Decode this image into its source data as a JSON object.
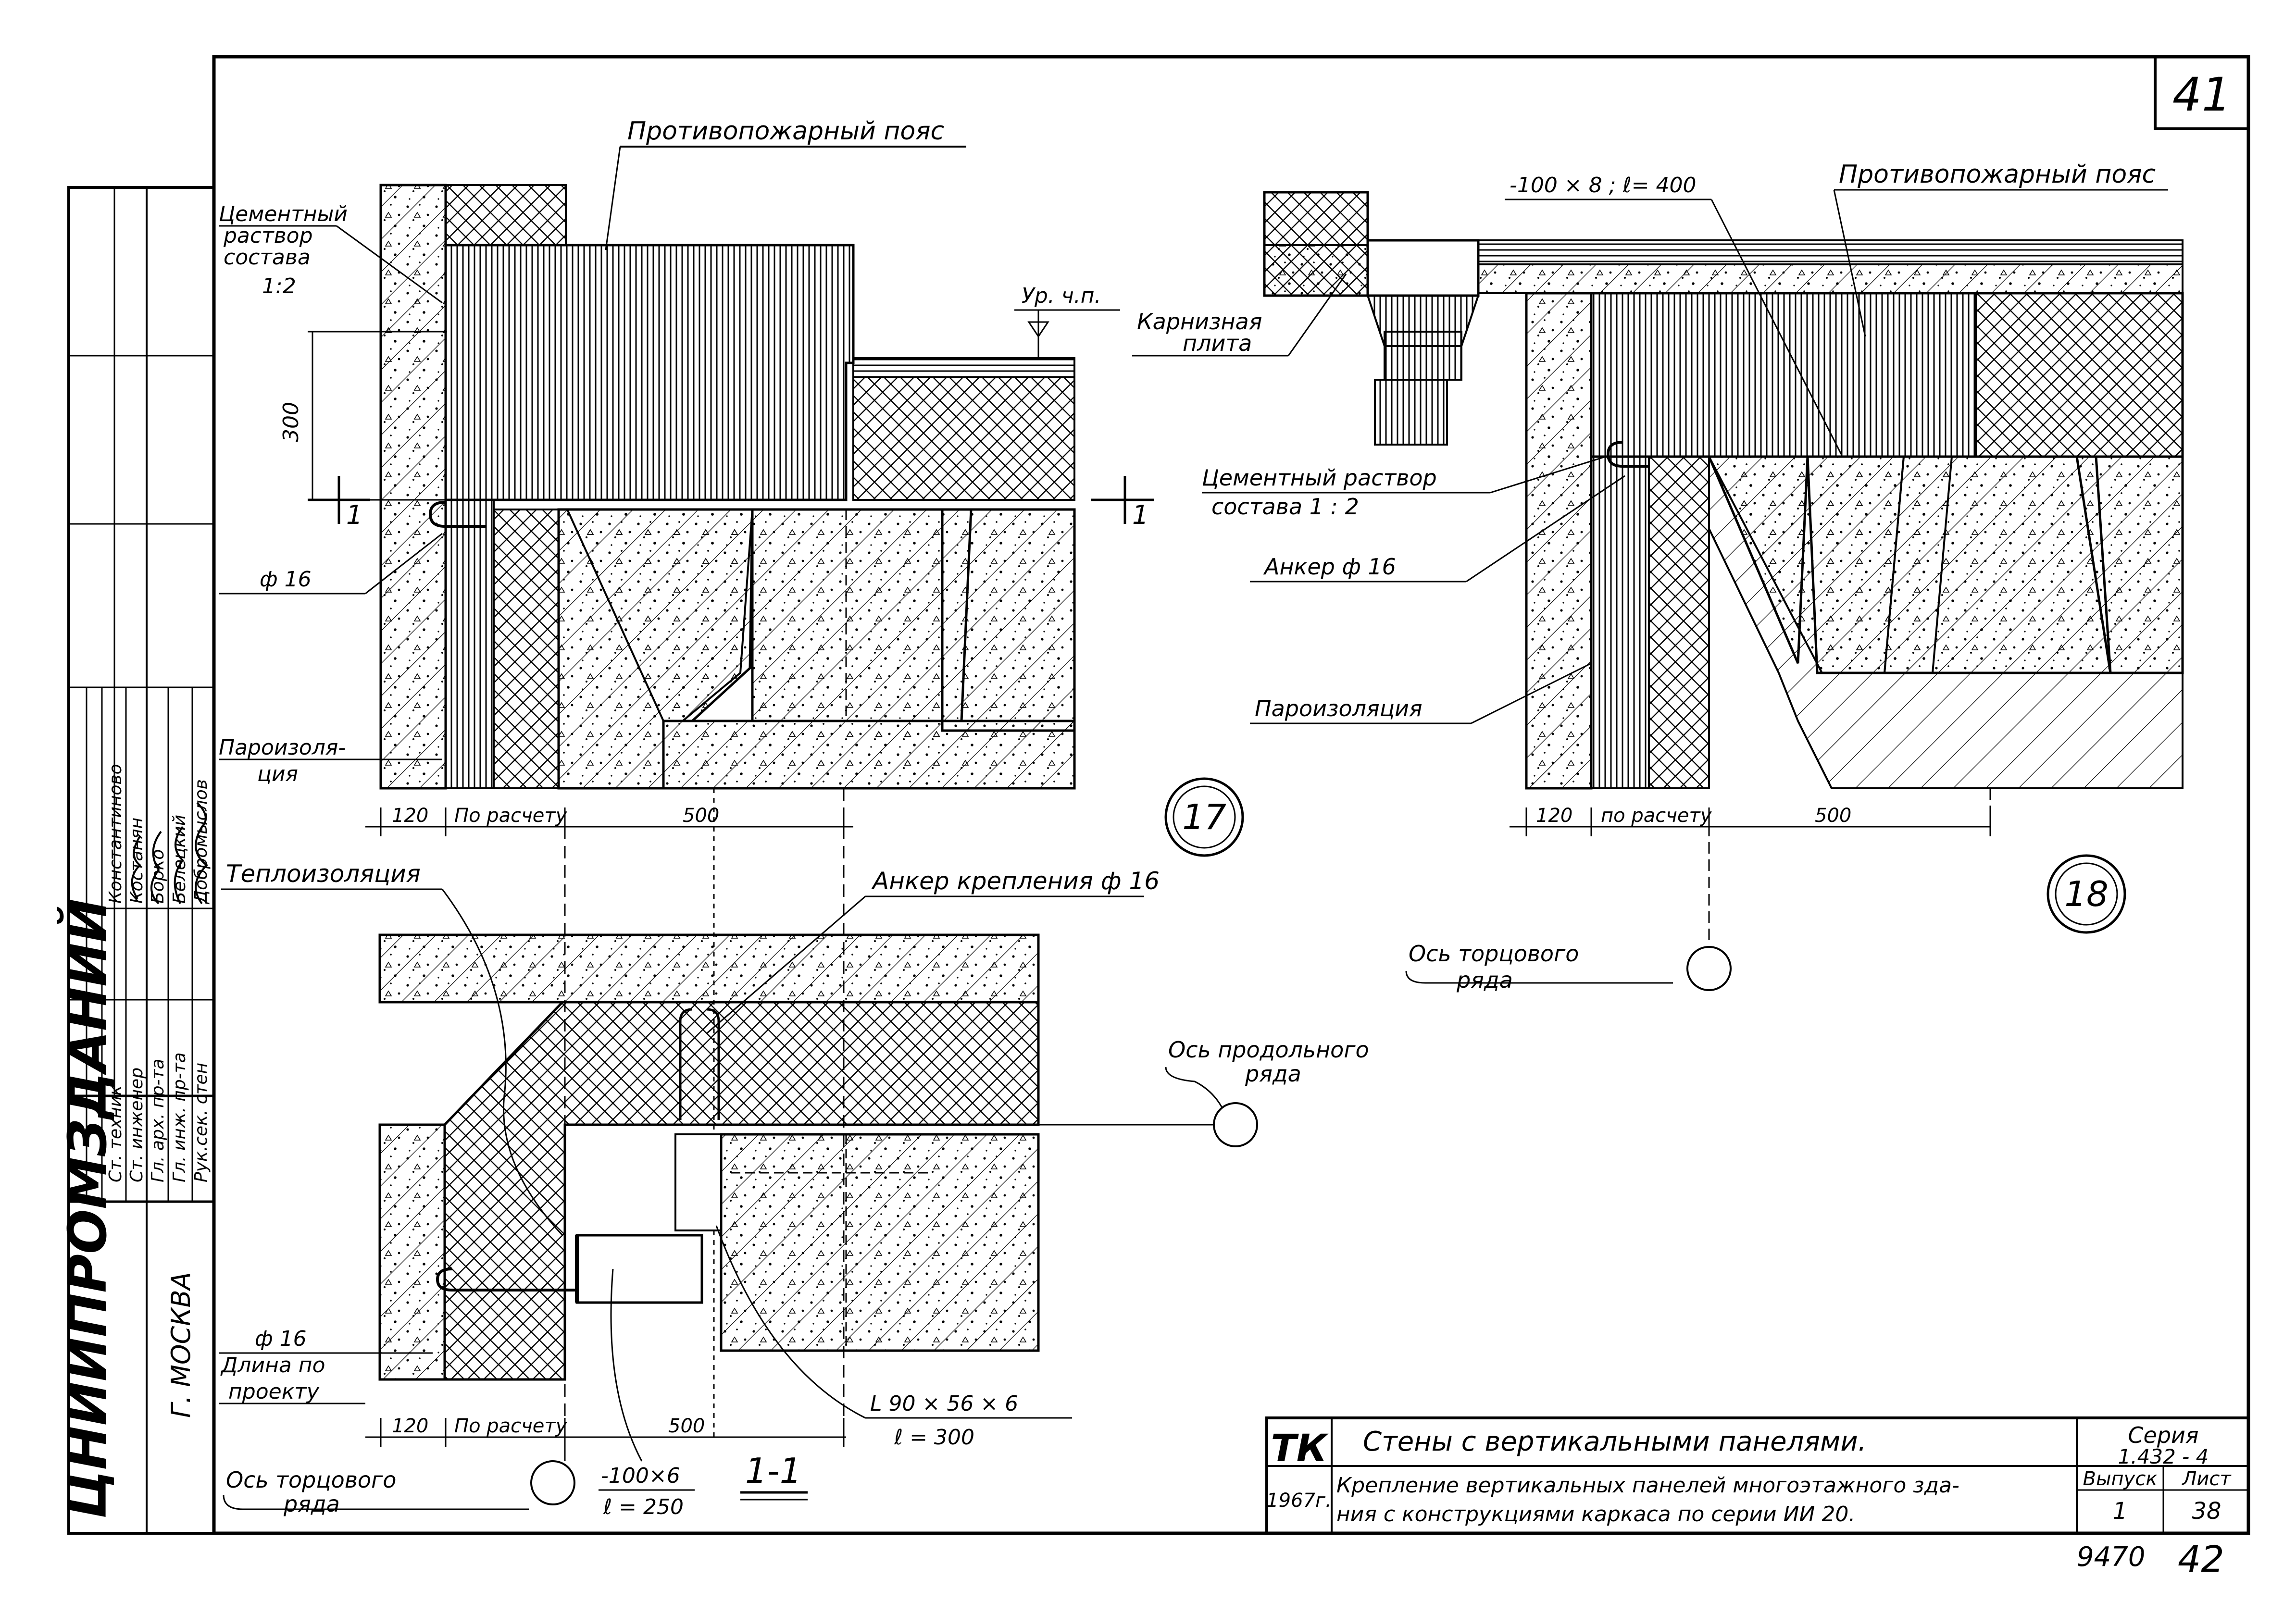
{
  "sheet": {
    "sheet_number": "41",
    "bottom_code": "9470",
    "bottom_number": "42"
  },
  "org": {
    "name": "ЦНИИПРОМЗДАНИЙ",
    "city": "Г. МОСКВА"
  },
  "staff": [
    {
      "role": "Рук.сек. стен",
      "name": "Добромыслов"
    },
    {
      "role": "Гл. инж. пр-та",
      "name": "Белецкий"
    },
    {
      "role": "Гл. арх. пр-та",
      "name": "Борко"
    },
    {
      "role": "Ст. инженер",
      "name": "Костанян"
    },
    {
      "role": "Ст. техник",
      "name": "Константиново"
    }
  ],
  "title_block": {
    "tk": "ТК",
    "year": "1967г.",
    "line1": "Стены с вертикальными панелями.",
    "line2a": "Крепление вертикальных панелей многоэтажного зда-",
    "line2b": "ния с конструкциями каркаса по серии ИИ 20.",
    "seria_label": "Серия",
    "seria_value": "1.432 - 4",
    "vypusk_label": "Выпуск",
    "vypusk_value": "1",
    "list_label": "Лист",
    "list_value": "38"
  },
  "detail17": {
    "marker": "17",
    "fire_belt": "Противопожарный пояс",
    "cement_1": "Цементный",
    "cement_2": "раствор",
    "cement_3": "состава",
    "cement_4": "1:2",
    "level": "Ур. ч.п.",
    "dim_300": "300",
    "phi16": "ф 16",
    "vapor_1": "Пароизоля-",
    "vapor_2": "ция",
    "dim_120": "120",
    "dim_calc": "По расчету",
    "dim_500": "500",
    "cut": "1"
  },
  "detail18": {
    "marker": "18",
    "strip": "-100 × 8 ; ℓ= 400",
    "fire_belt": "Противопожарный пояс",
    "cornice_1": "Карнизная",
    "cornice_2": "плита",
    "cement_1": "Цементный раствор",
    "cement_2": "состава 1 : 2",
    "anchor": "Анкер ф 16",
    "vapor": "Пароизоляция",
    "dim_120": "120",
    "dim_calc": "по расчету",
    "dim_500": "500",
    "axis_1": "Ось торцового",
    "axis_2": "ряда"
  },
  "section11": {
    "title": "1-1",
    "insulation": "Теплоизоляция",
    "anchor": "Анкер крепления ф 16",
    "axis_long_1": "Ось продольного",
    "axis_long_2": "ряда",
    "phi16": "ф 16",
    "length_1": "Длина по",
    "length_2": "проекту",
    "dim_120": "120",
    "dim_calc": "По расчету",
    "dim_500": "500",
    "angle_1": "L 90 × 56 × 6",
    "angle_2": "ℓ = 300",
    "plate_1": "-100×6",
    "plate_2": "ℓ = 250",
    "axis_end_1": "Ось торцового",
    "axis_end_2": "ряда"
  }
}
